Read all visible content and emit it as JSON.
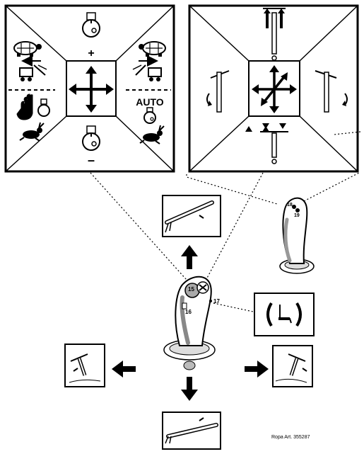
{
  "left_panel": {
    "plus_sign": "+",
    "minus_sign": "–",
    "auto_label": "AUTO"
  },
  "joystick_labels": {
    "button_15": "15",
    "button_16": "16",
    "button_17": "17",
    "button_18": "18",
    "button_19": "19"
  },
  "footer": {
    "article_number": "Ropa Art. 355287"
  },
  "icons": [
    "turtle-icon",
    "rabbit-icon",
    "hand-icon",
    "pump-icon",
    "rake-icon",
    "seat-icon",
    "arrow-icon"
  ]
}
